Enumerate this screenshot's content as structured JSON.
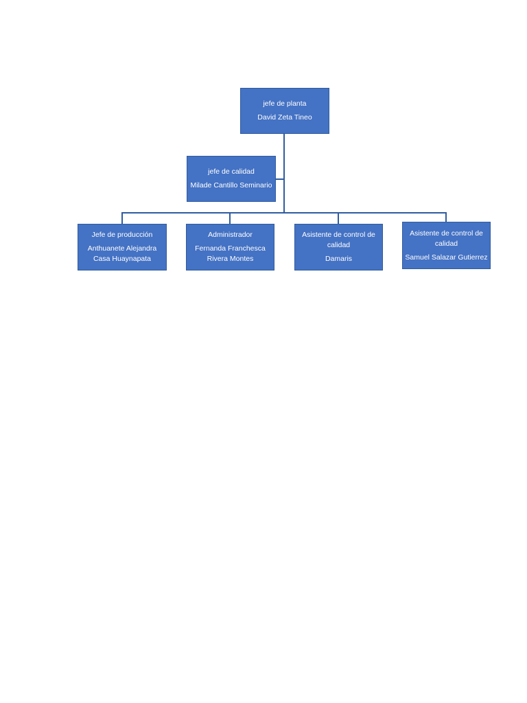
{
  "colors": {
    "node_fill": "#4472C4",
    "node_border": "#2F5B9B",
    "connector": "#2E5B9F",
    "node_text": "#ffffff",
    "page_background": "#ffffff"
  },
  "org_chart": {
    "nodes": [
      {
        "id": "root",
        "title": "jefe de planta",
        "name": "David Zeta Tineo"
      },
      {
        "id": "calidad",
        "title": "jefe de calidad",
        "name": "Milade Cantillo Seminario"
      },
      {
        "id": "produccion",
        "title": "Jefe de producción",
        "name": "Anthuanete Alejandra Casa Huaynapata"
      },
      {
        "id": "administrador",
        "title": "Administrador",
        "name": "Fernanda Franchesca Rivera Montes"
      },
      {
        "id": "asistente-1",
        "title": "Asistente de control de calidad",
        "name": "Damaris"
      },
      {
        "id": "asistente-2",
        "title": "Asistente de control de calidad",
        "name": "Samuel Salazar Gutierrez"
      }
    ]
  }
}
